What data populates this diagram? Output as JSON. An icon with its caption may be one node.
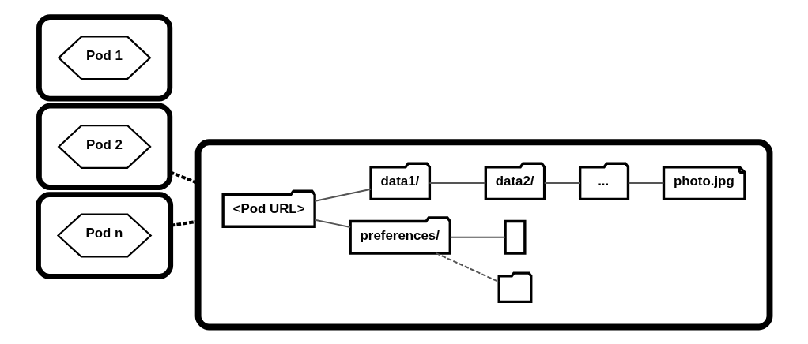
{
  "diagram": {
    "nodes": [
      {
        "text": [],
        "shape": "cloud"
      },
      {
        "text": [
          "Pod 1"
        ],
        "in": 0
      },
      {
        "text": [],
        "shape": "cloud"
      },
      {
        "text": [
          "Pod 2"
        ],
        "in": 2
      },
      {
        "text": [],
        "shape": "cloud"
      },
      {
        "text": [
          "Pod n"
        ],
        "in": 4
      },
      {
        "text": [],
        "shape": "hexagon"
      },
      {
        "text": [
          "<Pod URL>"
        ],
        "in": 6
      },
      {
        "text": [
          "data1/"
        ],
        "in": 6
      },
      {
        "text": [
          "data2/"
        ],
        "in": 6
      },
      {
        "text": [
          "..."
        ],
        "in": 6
      },
      {
        "text": [
          "preferences/"
        ],
        "in": 6
      },
      {
        "text": [],
        "shape": "box",
        "in": 6
      },
      {
        "text": [
          "photo.jpg"
        ],
        "in": 6
      },
      {
        "text": [],
        "shape": "folder",
        "in": 6
      }
    ],
    "edges": [
      {
        "from": 2,
        "to": 6,
        "arrow": "none",
        "style": "dashed",
        "color": "#000000"
      },
      {
        "from": 4,
        "to": 6,
        "arrow": "none",
        "style": "dashed",
        "color": "#000000"
      },
      {
        "from": 7,
        "to": 8,
        "arrow": "none"
      },
      {
        "from": 8,
        "to": 9,
        "arrow": "none"
      },
      {
        "from": 9,
        "to": 10,
        "arrow": "none"
      },
      {
        "from": 10,
        "to": 13,
        "arrow": "none"
      },
      {
        "from": 7,
        "to": 11,
        "arrow": "none"
      },
      {
        "from": 11,
        "to": 12,
        "arrow": "none"
      },
      {
        "from": 11,
        "to": 14,
        "arrow": "none",
        "style": "dashed"
      }
    ]
  }
}
